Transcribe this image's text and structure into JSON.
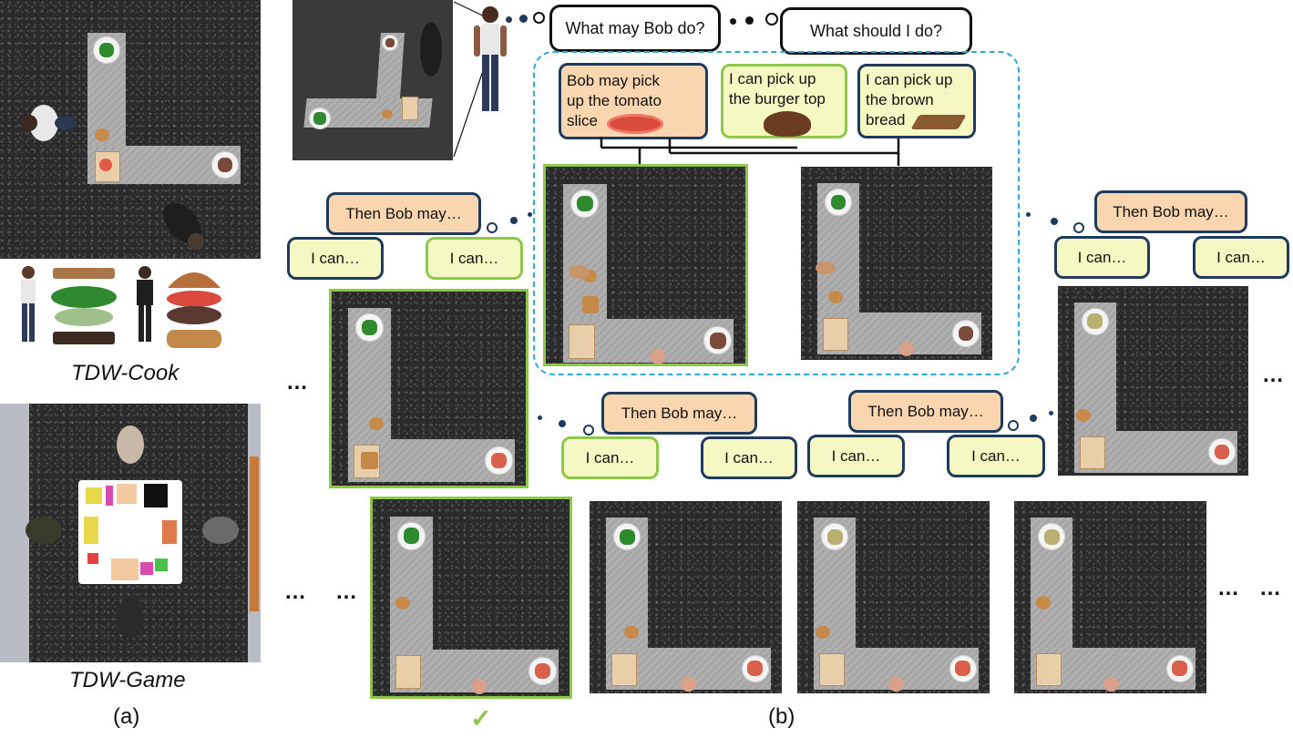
{
  "labels": {
    "tdw_cook": "TDW-Cook",
    "tdw_game": "TDW-Game",
    "panel_a": "(a)",
    "panel_b": "(b)",
    "check": "✓",
    "ellipsis": "…"
  },
  "thought": {
    "q1": "What may Bob do?",
    "q2": "What should I do?"
  },
  "options": {
    "bob_tomato": "Bob may pick up the tomato slice",
    "me_burger": "I can pick up the burger top",
    "me_bread": "I can pick up the brown bread"
  },
  "tree": {
    "then_bob": "Then Bob may…",
    "i_can": "I can…"
  },
  "colors": {
    "orange_bubble": "#f9d6b0",
    "yellow_bubble": "#f6f8c4",
    "bubble_border": "#1f3a5c",
    "selected_border": "#8fc74a",
    "dashed_group": "#2ea9d9"
  }
}
